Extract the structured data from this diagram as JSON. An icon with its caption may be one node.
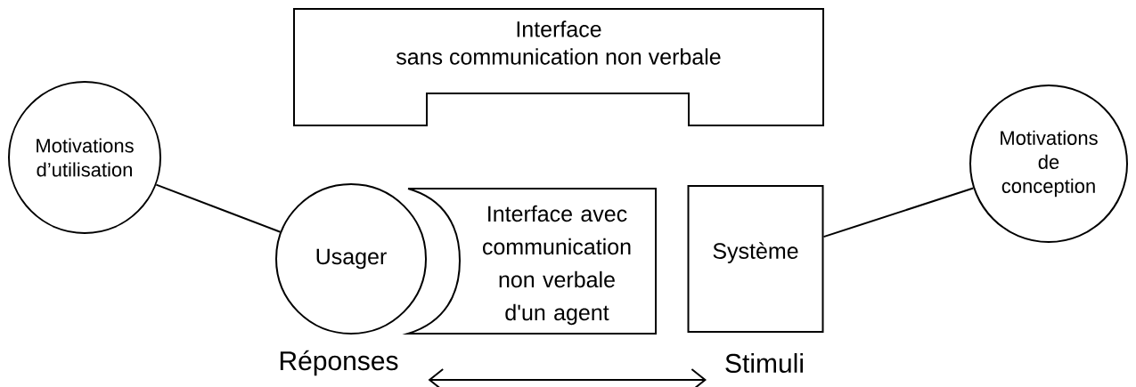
{
  "diagram": {
    "nodes": [
      {
        "text": [
          "Interface",
          "sans communication non verbale"
        ]
      },
      {
        "text": [
          "Motivations d’utilisation"
        ]
      },
      {
        "text": [
          "Usager"
        ]
      },
      {
        "text": [
          "Interface avec communication non verbale d'un agent"
        ]
      },
      {
        "text": [
          "Système"
        ]
      },
      {
        "text": [
          "Motivations de conception"
        ]
      },
      {
        "text": [
          "Réponses"
        ]
      },
      {
        "text": [
          "Stimuli"
        ]
      }
    ],
    "edges": [
      {
        "from": 1,
        "to": 2,
        "arrow": "none"
      },
      {
        "from": 4,
        "to": 5,
        "arrow": "none"
      },
      {
        "from": 6,
        "to": 7,
        "arrow": "both"
      }
    ]
  }
}
